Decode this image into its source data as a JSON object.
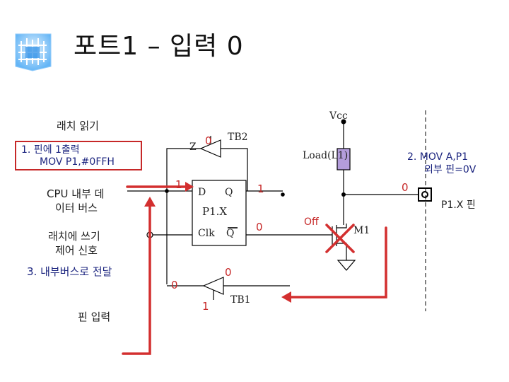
{
  "title": "포트1 – 입력 0",
  "labels": {
    "read_latch": "래치 읽기",
    "step1_line1": "1. 핀에 1출력",
    "step1_line2": "MOV P1,#0FFH",
    "cpu_bus_line1": "CPU 내부 데",
    "cpu_bus_line2": "이터 버스",
    "latch_write_line1": "래치에 쓰기",
    "latch_write_line2": "제어 신호",
    "step3": "3. 내부버스로 전달",
    "pin_input": "핀 입력",
    "vcc": "Vcc",
    "tb2": "TB2",
    "tb1": "TB1",
    "z": "Z",
    "load": "Load(L1)",
    "d": "D",
    "q": "Q",
    "p1x": "P1.X",
    "clk": "Clk",
    "qbar": "Q",
    "m1": "M1",
    "off": "Off",
    "step2_line1": "2. MOV A,P1",
    "step2_line2": "외부 핀=0V",
    "pin_name": "P1.X 핀"
  },
  "values": {
    "tb2_out": "0",
    "d_in": "1",
    "q_out": "1",
    "qbar_out": "0",
    "pin_level": "0",
    "tb1_in": "0",
    "tb1_out": "0",
    "tb1_enable": "1"
  },
  "colors": {
    "wire": "#000000",
    "highlight_box": "#c62828",
    "flow_arrow": "#d32f2f",
    "off_cross": "#d32f2f",
    "load_fill": "#b39ddb",
    "text_blue": "#1a237e",
    "value_red": "#c62828"
  },
  "icons": {
    "logo": "circuit-chip-logo",
    "buffer": "triangle-buffer-icon",
    "transistor": "mosfet-icon",
    "ground": "ground-triangle-icon",
    "pin": "pin-square-icon"
  }
}
